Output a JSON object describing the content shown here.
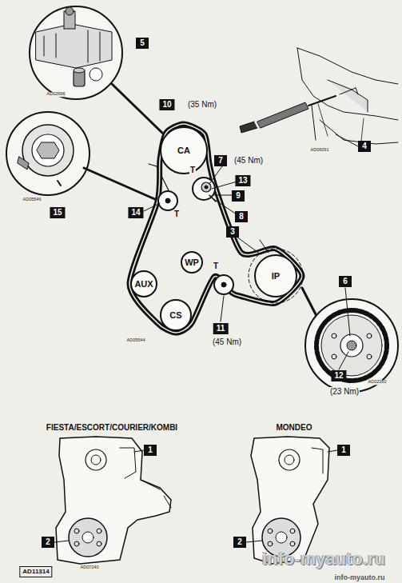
{
  "diagram": {
    "nodes": [
      {
        "text": [
          "CA"
        ]
      },
      {
        "text": [
          "WP"
        ]
      },
      {
        "text": [
          "AUX"
        ]
      },
      {
        "text": [
          "IP"
        ]
      },
      {
        "text": [
          "CS"
        ]
      }
    ],
    "labels": [
      "5",
      "AD02696",
      "10",
      "(35 Nm)",
      "7",
      "(45 Nm)",
      "T",
      "13",
      "9",
      "8",
      "4",
      "AD06091",
      "14",
      "T",
      "15",
      "AD05546",
      "3",
      "6",
      "T",
      "11",
      "(45 Nm)",
      "AD05544",
      "12",
      "(23 Nm)",
      "AD02160",
      "FIESTA/ESCORT/COURIER/KOMBI",
      "MONDEO",
      "1",
      "2",
      "AD07240",
      "1",
      "2",
      "AD11314",
      "info-myauto.ru",
      "info-myauto.ru"
    ]
  }
}
